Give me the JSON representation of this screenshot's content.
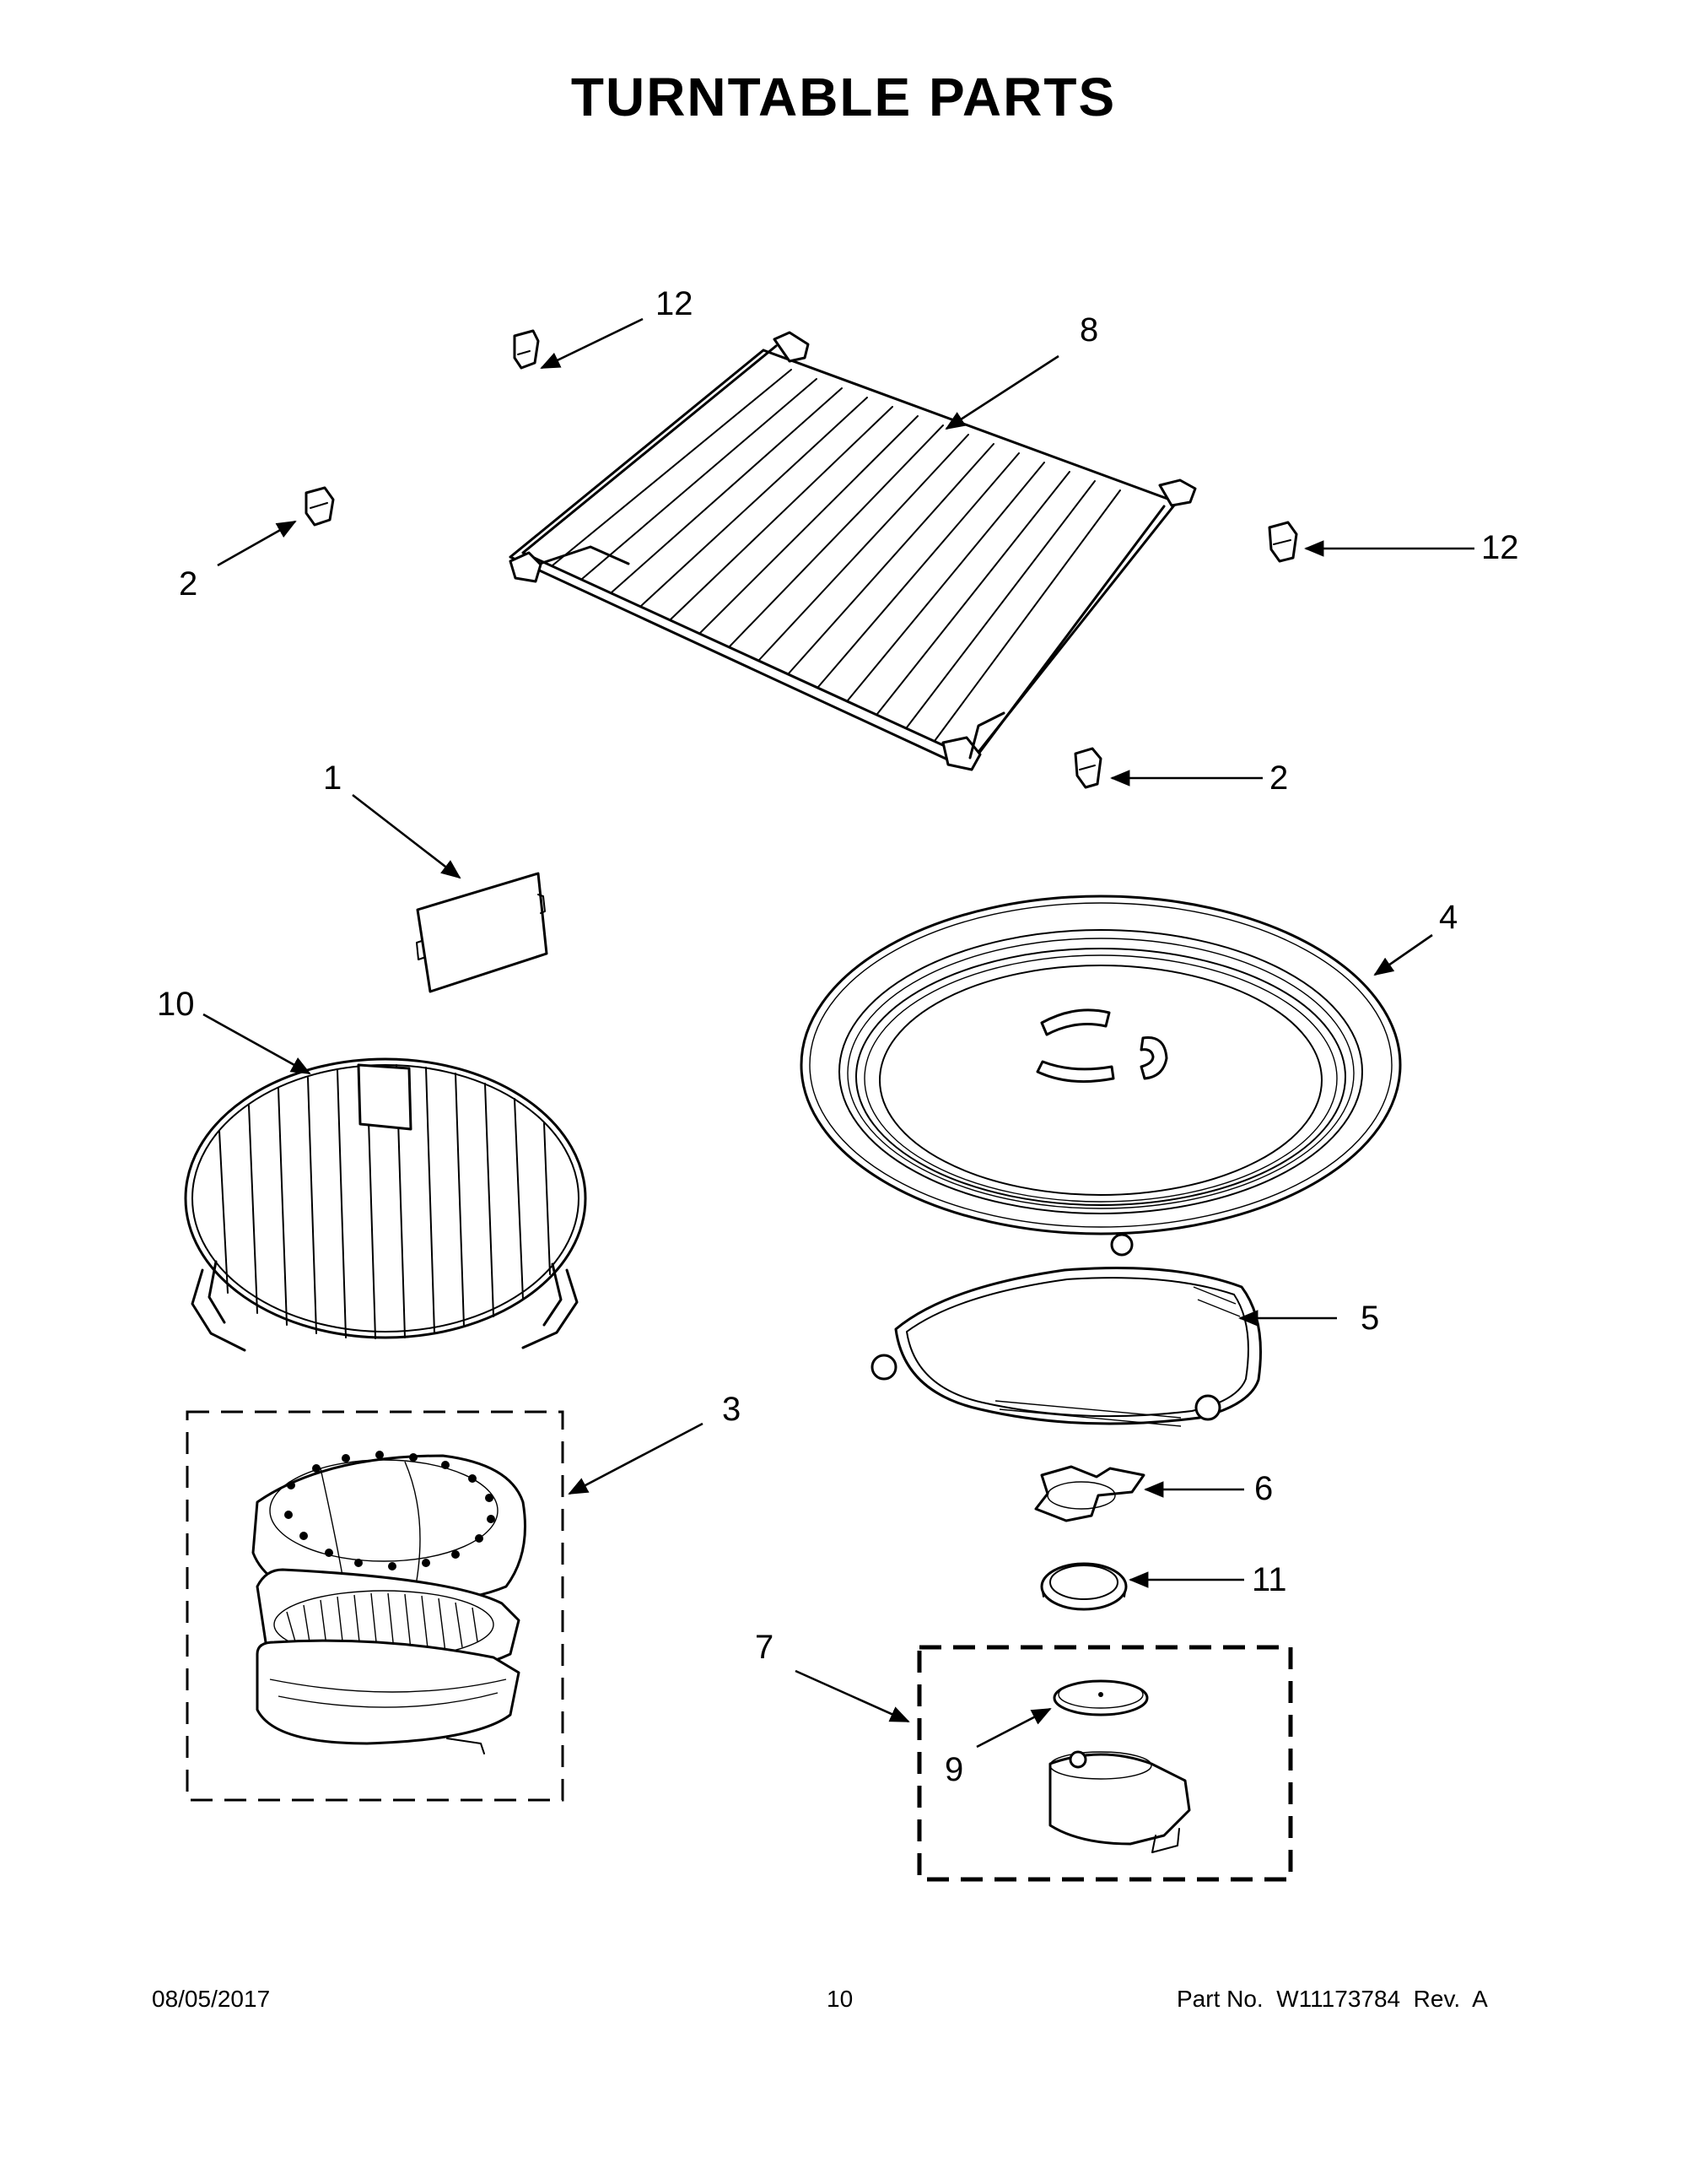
{
  "title": "TURNTABLE PARTS",
  "callouts": {
    "c1": "1",
    "c2a": "2",
    "c2b": "2",
    "c3": "3",
    "c4": "4",
    "c5": "5",
    "c6": "6",
    "c7": "7",
    "c8": "8",
    "c9": "9",
    "c10": "10",
    "c11": "11",
    "c12a": "12",
    "c12b": "12"
  },
  "footer": {
    "date": "08/05/2017",
    "page": "10",
    "part_no": "Part No.  W11173784  Rev.  A"
  }
}
